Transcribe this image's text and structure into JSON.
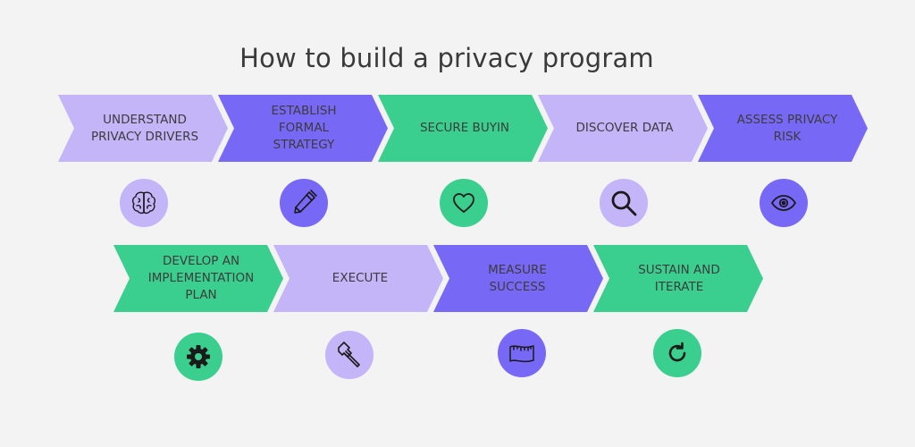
{
  "title": "How to build a privacy program",
  "colors": {
    "lavender": "#c4b5f8",
    "violet": "#7868f6",
    "green": "#3acf8e"
  },
  "row1": [
    {
      "label": "UNDERSTAND PRIVACY DRIVERS",
      "color": "lavender",
      "icon": "brain-icon"
    },
    {
      "label": "ESTABLISH FORMAL STRATEGY",
      "color": "violet",
      "icon": "pen-icon"
    },
    {
      "label": "SECURE BUYIN",
      "color": "green",
      "icon": "heart-icon"
    },
    {
      "label": "DISCOVER DATA",
      "color": "lavender",
      "icon": "magnifier-icon"
    },
    {
      "label": "ASSESS PRIVACY RISK",
      "color": "violet",
      "icon": "eye-icon"
    }
  ],
  "row2": [
    {
      "label": "DEVELOP AN IMPLEMENTATION PLAN",
      "color": "green",
      "icon": "gear-icon"
    },
    {
      "label": "EXECUTE",
      "color": "lavender",
      "icon": "hammer-icon"
    },
    {
      "label": "MEASURE SUCCESS",
      "color": "violet",
      "icon": "measuring-tape-icon"
    },
    {
      "label": "SUSTAIN AND ITERATE",
      "color": "green",
      "icon": "refresh-icon"
    }
  ]
}
